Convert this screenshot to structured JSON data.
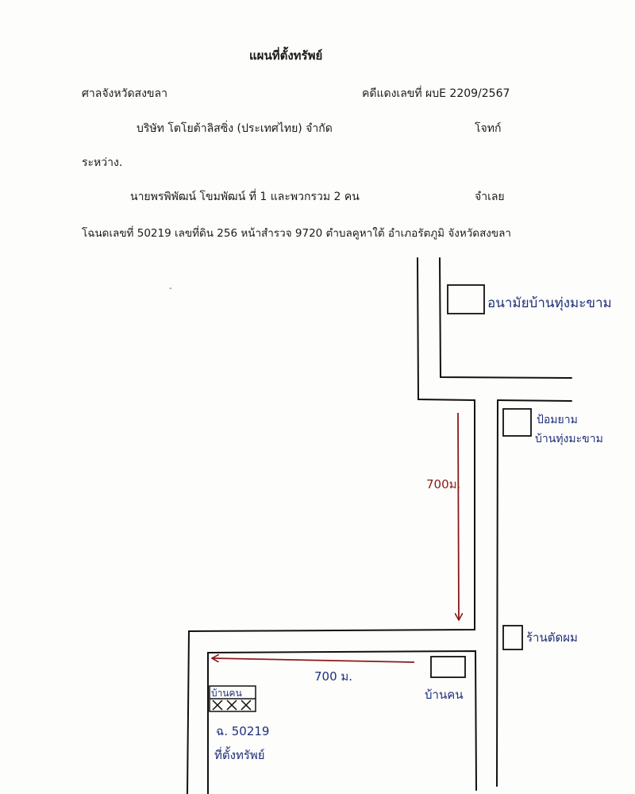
{
  "header": {
    "title": "แผนที่ตั้งทรัพย์",
    "court": "ศาลจังหวัดสงขลา",
    "case_no": "คดีแดงเลขที่ ผบE 2209/2567",
    "plaintiff": "บริษัท โตโยต้าลิสซิ่ง (ประเทศไทย) จำกัด",
    "plaintiff_role": "โจทก์",
    "between": "ระหว่าง.",
    "defendant": "นายพรพิพัฒน์ โขมพัฒน์   ที่ 1 และพวกรวม 2 คน",
    "defendant_role": "จำเลย",
    "deed": "โฉนดเลขที่ 50219  เลขที่ดิน  256  หน้าสำรวจ  9720   ตำบลคูหาใต้  อำเภอรัตภูมิ  จังหวัดสงขลา",
    "stray_mark": "-"
  },
  "map": {
    "health_center": "อนามัยบ้านทุ่งมะขาม",
    "police_box_line1": "ป้อมยาม",
    "police_box_line2": "บ้านทุ่งมะขาม",
    "vertical_distance": "700ม.",
    "barber_shop": "ร้านตัดผม",
    "horizontal_distance": "700 ม.",
    "house": "บ้านคน",
    "property_house": "บ้านคน",
    "deed_short": "ฉ. 50219",
    "property_location": "ที่ตั้งทรัพย์"
  },
  "colors": {
    "road_ink": "#111111",
    "handwriting_blue": "#1e2f7a",
    "arrow_red": "#8b1a1a"
  }
}
